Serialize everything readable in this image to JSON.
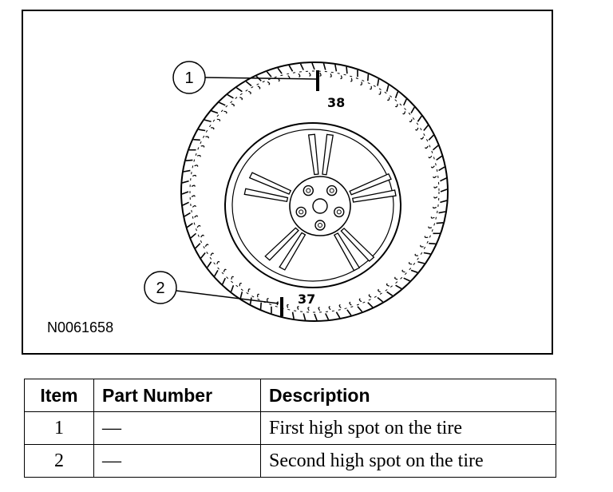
{
  "figure": {
    "id": "N0061658",
    "callouts": [
      "1",
      "2"
    ],
    "tire_marks": [
      "38",
      "37"
    ]
  },
  "table": {
    "headers": [
      "Item",
      "Part Number",
      "Description"
    ],
    "rows": [
      {
        "item": "1",
        "part": "—",
        "description": "First high spot on the tire"
      },
      {
        "item": "2",
        "part": "—",
        "description": "Second high spot on the tire"
      }
    ]
  }
}
